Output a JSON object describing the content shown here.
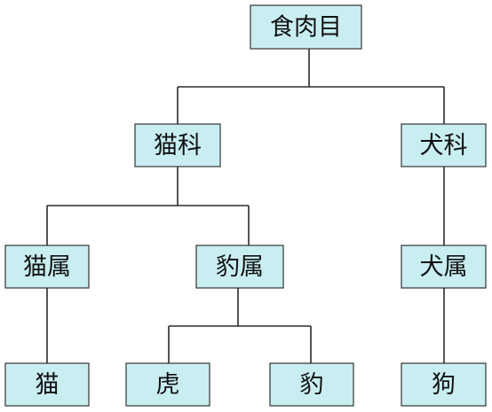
{
  "tree": {
    "root": {
      "label": "食肉目"
    },
    "families": [
      {
        "label": "猫科"
      },
      {
        "label": "犬科"
      }
    ],
    "genera": [
      {
        "label": "猫属"
      },
      {
        "label": "豹属"
      },
      {
        "label": "犬属"
      }
    ],
    "species": [
      {
        "label": "猫"
      },
      {
        "label": "虎"
      },
      {
        "label": "豹"
      },
      {
        "label": "狗"
      }
    ]
  },
  "colors": {
    "box_fill": "#c9eef2",
    "box_border": "#333333",
    "line": "#2b2b2b",
    "text": "#111111"
  }
}
